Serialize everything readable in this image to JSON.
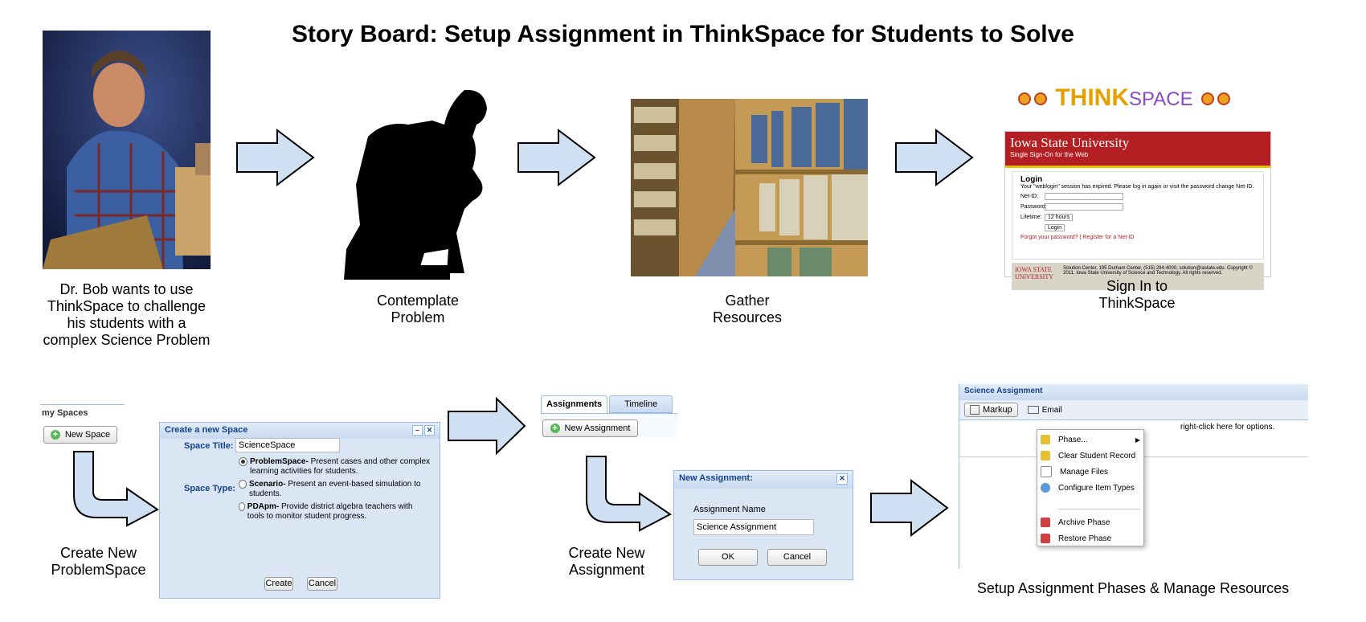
{
  "title": "Story Board: Setup Assignment in ThinkSpace for Students to Solve",
  "captions": {
    "bob": [
      "Dr. Bob wants to use",
      "ThinkSpace to challenge",
      "his students with a",
      "complex Science Problem"
    ],
    "contemplate": [
      "Contemplate",
      "Problem"
    ],
    "gather": [
      "Gather",
      "Resources"
    ],
    "signin": [
      "Sign In to",
      "ThinkSpace"
    ],
    "create_space": [
      "Create New",
      "ProblemSpace"
    ],
    "create_assignment": [
      "Create New",
      "Assignment"
    ],
    "setup": "Setup Assignment Phases & Manage Resources"
  },
  "thinkspace_logo": {
    "think": "THINK",
    "space": "SPACE"
  },
  "isu_login": {
    "university": "Iowa State University",
    "subtitle": "Single Sign-On for the Web",
    "heading": "Login",
    "message": "Your \"weblogin\" session has expired. Please log in again or visit the password change Net-ID.",
    "netid_label": "Net-ID:",
    "password_label": "Password:",
    "lifetime_label": "Lifetime:",
    "lifetime_value": "12 hours",
    "login_button": "Login",
    "links": "Forgot your password? | Register for a Net-ID",
    "footer_logo": "IOWA STATE UNIVERSITY",
    "footer_text": "Solution Center, 195 Durham Center, (515) 294-4000, solution@iastate.edu. Copyright © 2011, Iowa State University of Science and Technology. All rights reserved."
  },
  "my_spaces": {
    "header": "my Spaces",
    "new_button": "New Space"
  },
  "create_space_dialog": {
    "title": "Create a new Space",
    "space_title_label": "Space Title:",
    "space_title_value": "ScienceSpace",
    "space_type_label": "Space Type:",
    "options": [
      {
        "name": "ProblemSpace-",
        "desc": "Present cases and other complex learning activities for students.",
        "selected": true
      },
      {
        "name": "Scenario-",
        "desc": "Present an event-based simulation to students.",
        "selected": false
      },
      {
        "name": "PDApm-",
        "desc": "Provide district algebra teachers with tools to monitor student progress.",
        "selected": false
      }
    ],
    "create_button": "Create",
    "cancel_button": "Cancel"
  },
  "assignments_panel": {
    "tabs": [
      "Assignments",
      "Timeline"
    ],
    "new_button": "New Assignment"
  },
  "new_assignment_dialog": {
    "title": "New Assignment:",
    "name_label": "Assignment Name",
    "name_value": "Science Assignment",
    "ok_button": "OK",
    "cancel_button": "Cancel"
  },
  "science_assignment": {
    "header": "Science Assignment",
    "toolbar": [
      "Markup",
      "Email"
    ],
    "hint": "right-click here for options.",
    "menu": [
      "Phase...",
      "Clear Student Record",
      "Manage Files",
      "Configure Item Types",
      "Archive Phase",
      "Restore Phase"
    ]
  },
  "colors": {
    "arrow_fill": "#cfe0f3",
    "arrow_stroke": "#000000",
    "isu_red": "#b41f24",
    "panel_blue": "#dbe6f5"
  }
}
